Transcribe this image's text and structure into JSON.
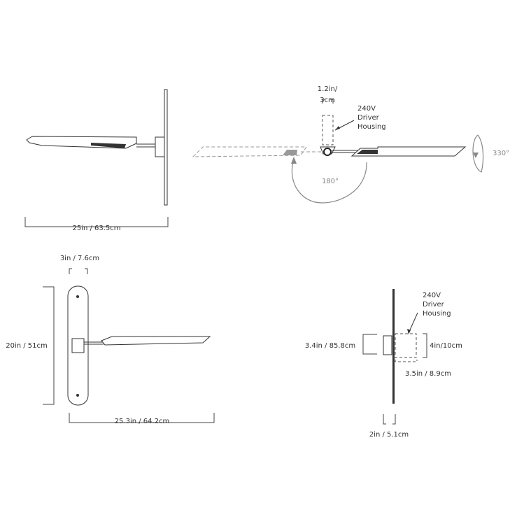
{
  "side_view": {
    "width_label": "25in / 63.5cm"
  },
  "top_view": {
    "driver_depth_label_1": "1.2in/",
    "driver_depth_label_2": "3cm",
    "driver_label_1": "240V",
    "driver_label_2": "Driver",
    "driver_label_3": "Housing",
    "rotation_arm": "180°",
    "rotation_head": "330°"
  },
  "front_view": {
    "plate_width_label": "3in / 7.6cm",
    "height_label": "20in / 51cm",
    "reach_label": "25.3in / 64.2cm"
  },
  "profile_view": {
    "driver_label_1": "240V",
    "driver_label_2": "Driver",
    "driver_label_3": "Housing",
    "bracket_label": "3.4in / 85.8cm",
    "driver_height_label": "4in/10cm",
    "driver_width_label": "3.5in / 8.9cm",
    "depth_label": "2in / 5.1cm"
  }
}
